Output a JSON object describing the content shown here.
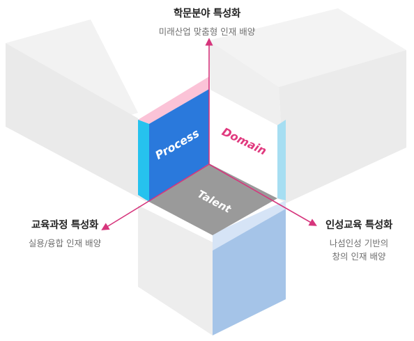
{
  "labels": {
    "top": {
      "title": "학문분야 특성화",
      "subtitle": "미래산업 맞춤형 인재 배양"
    },
    "left": {
      "title": "교육과정 특성화",
      "subtitle": "실용/융합 인재 배양"
    },
    "right": {
      "title": "인성교육 특성화",
      "subtitle_line1": "나섬인성 기반의",
      "subtitle_line2": "창의 인재 배양"
    }
  },
  "faces": {
    "process": "Process",
    "domain": "Domain",
    "talent": "Talent"
  },
  "colors": {
    "process": "#2a79dc",
    "process_edge": "#26c2ee",
    "domain_text": "#e0397e",
    "domain_edge": "#a6def2",
    "talent": "#9a9a9a",
    "pink_band": "#fbc3d7",
    "blue_band": "#d6e4f6",
    "lower_blue": "#a5c4e8",
    "arrow": "#d6357c",
    "prism_top": "#f2f2f2",
    "prism_side": "#e9e9e9"
  }
}
